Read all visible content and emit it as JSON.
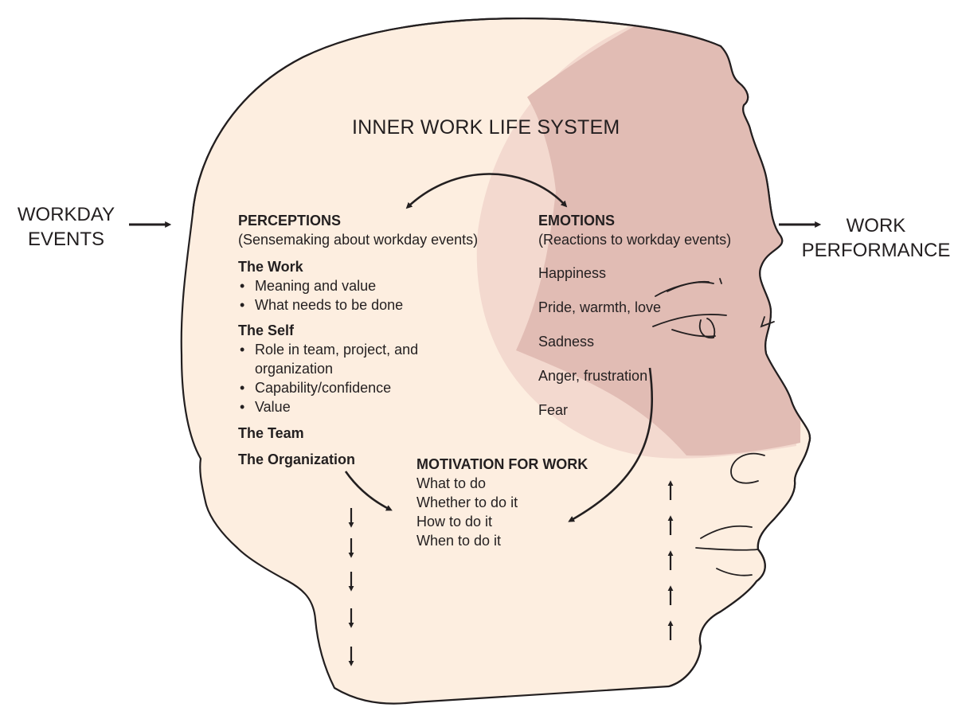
{
  "colors": {
    "head_fill": "#fdeee0",
    "emotion_zone": "#f3d9cf",
    "emotion_core": "#e1bcb4",
    "ink": "#231f20"
  },
  "labels": {
    "input": [
      "WORKDAY",
      "EVENTS"
    ],
    "output": [
      "WORK",
      "PERFORMANCE"
    ],
    "title": "INNER WORK LIFE SYSTEM"
  },
  "perceptions": {
    "heading": "PERCEPTIONS",
    "subheading": "(Sensemaking about workday events)",
    "work": {
      "heading": "The Work",
      "items": [
        "Meaning and value",
        "What needs to be done"
      ]
    },
    "self": {
      "heading": "The Self",
      "items": [
        "Role in team, project, and organization",
        "Capability/confidence",
        "Value"
      ]
    },
    "team": "The Team",
    "organization": "The Organization"
  },
  "emotions": {
    "heading": "EMOTIONS",
    "subheading": "(Reactions to workday events)",
    "items": [
      "Happiness",
      "Pride, warmth, love",
      "Sadness",
      "Anger, frustration",
      "Fear"
    ]
  },
  "motivation": {
    "heading": "MOTIVATION FOR WORK",
    "items": [
      "What to do",
      "Whether to do it",
      "How to do it",
      "When to do it"
    ]
  }
}
